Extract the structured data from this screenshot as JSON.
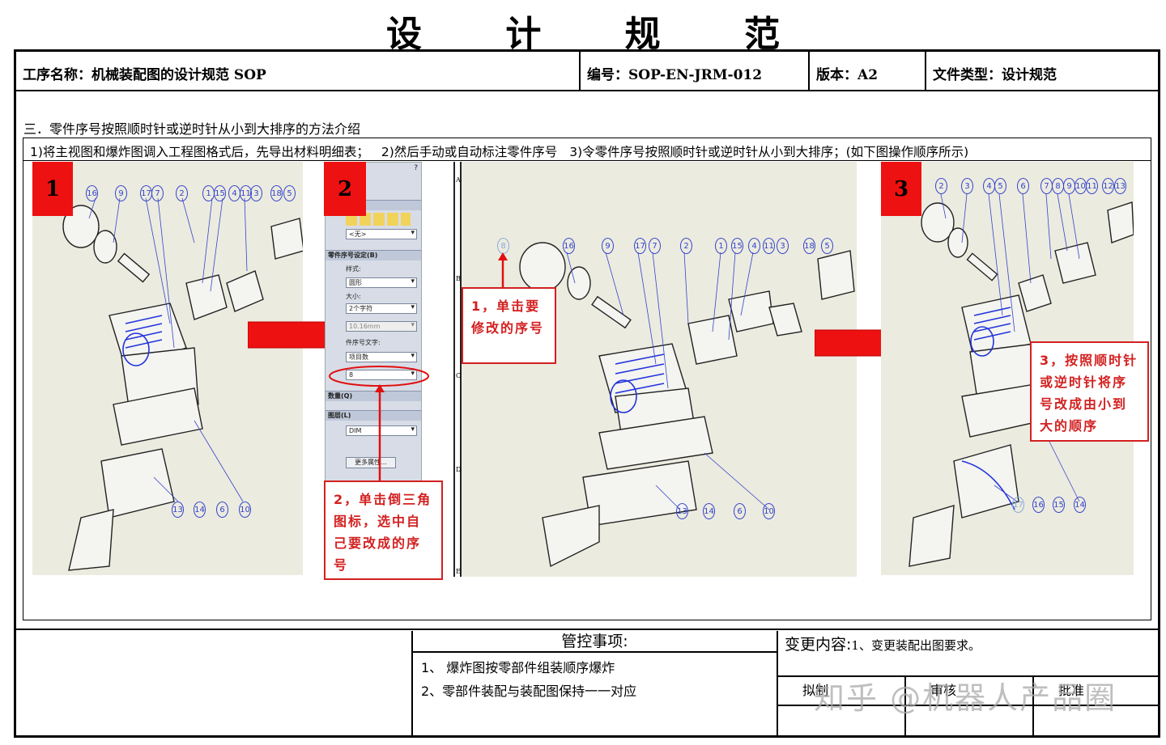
{
  "title": "设 计 规 范",
  "header": {
    "process_name": "工序名称：机械装配图的设计规范 SOP",
    "doc_number": "编号：SOP-EN-JRM-012",
    "version": "版本：A2",
    "file_type": "文件类型：设计规范"
  },
  "section": {
    "heading": "三．零件序号按照顺时针或逆时针从小到大排序的方法介绍",
    "steps": [
      "1)将主视图和爆炸图调入工程图格式后，先导出材料明细表；",
      "2)然后手动或自动标注零件序号",
      "3)令零件序号按照顺时针或逆时针从小到大排序；(如下图操作顺序所示)"
    ]
  },
  "figures": {
    "badge_1": "1",
    "badge_2": "2",
    "badge_3": "3",
    "callout_1": "1，单击要修改的序号",
    "callout_2": "2，单击倒三角图标，选中自己要改成的序号",
    "callout_3": "3，按照顺时针或逆时针将序号改成由小到大的顺序",
    "balloons_1": [
      "16",
      "9",
      "17",
      "7",
      "2",
      "1",
      "15",
      "4",
      "11",
      "3",
      "18",
      "5",
      "13",
      "14",
      "6",
      "10"
    ],
    "balloons_2": [
      "8",
      "16",
      "9",
      "17",
      "7",
      "2",
      "1",
      "15",
      "4",
      "11",
      "3",
      "18",
      "5",
      "13",
      "14",
      "6",
      "10"
    ],
    "balloons_3": [
      "2",
      "3",
      "4",
      "5",
      "6",
      "7",
      "8",
      "9",
      "10",
      "11",
      "12",
      "13",
      "17",
      "16",
      "15",
      "14"
    ],
    "dialog": {
      "none_option": "<无>",
      "group_title": "零件序号设定(B)",
      "style_label": "样式:",
      "style_value": "圆形",
      "size_label": "大小:",
      "size_value": "2个字符",
      "size_mm": "10.16mm",
      "text_label": "件序号文字:",
      "text_value": "项目数",
      "selected_value": "8",
      "qty_label": "数量(Q)",
      "layer_title": "图层(L)",
      "layer_value": "DIM",
      "more_button": "更多属性..."
    },
    "ruler_letters": [
      "A",
      "B",
      "C",
      "D",
      "E"
    ]
  },
  "control": {
    "title": "管控事项:",
    "items": [
      "1、 爆炸图按零部件组装顺序爆炸",
      "2、零部件装配与装配图保持一一对应"
    ]
  },
  "change": {
    "label": "变更内容:",
    "value": "1、变更装配出图要求。",
    "sign_draft": "拟制",
    "sign_review": "审核",
    "sign_approve": "批准"
  },
  "watermark": "知乎 @机器人产品圈",
  "colors": {
    "badge_red": "#ee1111",
    "callout_red": "#d32020",
    "balloon_blue": "#3344cc",
    "drawing_bg": "#ecebdf"
  }
}
